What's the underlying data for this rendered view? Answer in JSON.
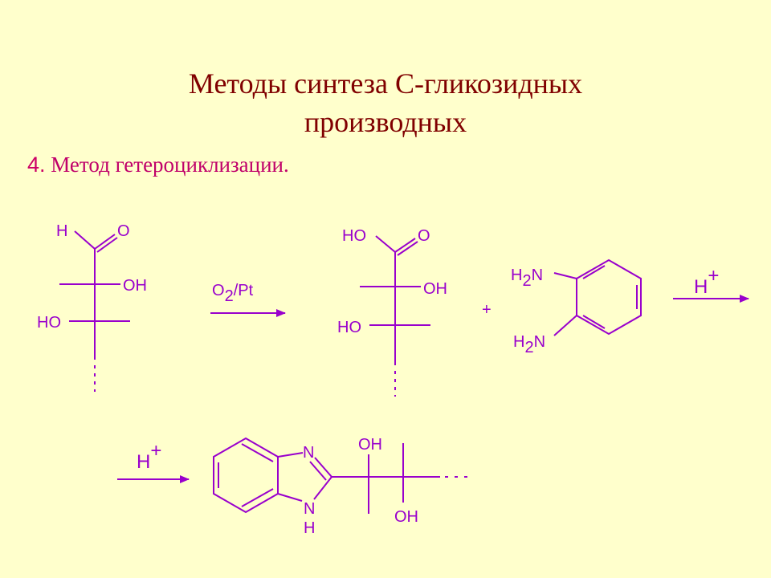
{
  "slide": {
    "title_line1": "Методы синтеза С-гликозидных",
    "title_line2": "производных",
    "subtitle_number": "4.",
    "subtitle_text": "Метод гетероциклизации."
  },
  "scheme": {
    "aldose": {
      "h": "H",
      "o": "O",
      "oh": "OH",
      "ho": "HO"
    },
    "oxidation": {
      "reagent": "O",
      "reagent_sub": "2",
      "reagent_tail": "/Pt"
    },
    "acid": {
      "ho": "HO",
      "o": "O",
      "oh": "OH",
      "ho2": "HO"
    },
    "plus": "+",
    "diamine": {
      "h_top": "H",
      "sub_top": "2",
      "n_top": "N",
      "h_bot": "H",
      "sub_bot": "2",
      "n_bot": "N"
    },
    "catalyst_1": {
      "h": "H",
      "plus": "+"
    },
    "catalyst_2": {
      "h": "H",
      "plus": "+"
    },
    "product": {
      "n": "N",
      "nh_n": "N",
      "nh_h": "H",
      "oh_top": "OH",
      "oh_bottom": "OH"
    }
  },
  "colors": {
    "background": "#ffffcc",
    "title": "#800000",
    "subtitle": "#cc0066",
    "structure": "#9900cc"
  }
}
